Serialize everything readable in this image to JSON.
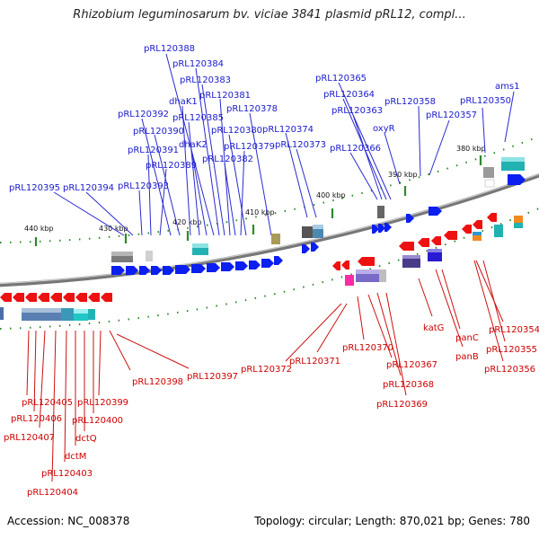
{
  "header": {
    "title": "Rhizobium leguminosarum bv. viciae 3841 plasmid pRL12, compl..."
  },
  "footer": {
    "accession": "Accession: NC_008378",
    "summary": "Topology: circular; Length: 870,021 bp; Genes: 780"
  },
  "colors": {
    "forward_gene": "#0b1ff0",
    "reverse_gene": "#ee1111",
    "forward_label": "#1a1acc",
    "reverse_label": "#cc0000",
    "backbone": "#888888",
    "tick": "#2d8a2d"
  },
  "kbp_markers": [
    {
      "label": "440 kbp"
    },
    {
      "label": "430 kbp"
    },
    {
      "label": "420 kbp"
    },
    {
      "label": "410 kbp"
    },
    {
      "label": "400 kbp"
    },
    {
      "label": "390 kbp"
    },
    {
      "label": "380 kbp"
    }
  ],
  "forward_genes": [
    "pRL120395",
    "pRL120394",
    "pRL120393",
    "pRL120391",
    "pRL120389",
    "pRL120392",
    "pRL120390",
    "dhaK1",
    "pRL120385",
    "dhaK2",
    "pRL120388",
    "pRL120384",
    "pRL120383",
    "pRL120381",
    "pRL120382",
    "pRL120379",
    "pRL120380",
    "pRL120378",
    "pRL120374",
    "pRL120373",
    "pRL120366",
    "pRL120363",
    "pRL120364",
    "pRL120365",
    "oxyR",
    "pRL120358",
    "pRL120357",
    "pRL120350",
    "ams1"
  ],
  "reverse_genes": [
    "pRL120405",
    "pRL120406",
    "pRL120407",
    "pRL120403",
    "pRL120404",
    "dctM",
    "dctQ",
    "pRL120400",
    "pRL120399",
    "pRL120398",
    "pRL120397",
    "pRL120372",
    "pRL120371",
    "pRL120370",
    "pRL120367",
    "pRL120368",
    "pRL120369",
    "katG",
    "panC",
    "panB",
    "pRL120354",
    "pRL120355",
    "pRL120356"
  ]
}
